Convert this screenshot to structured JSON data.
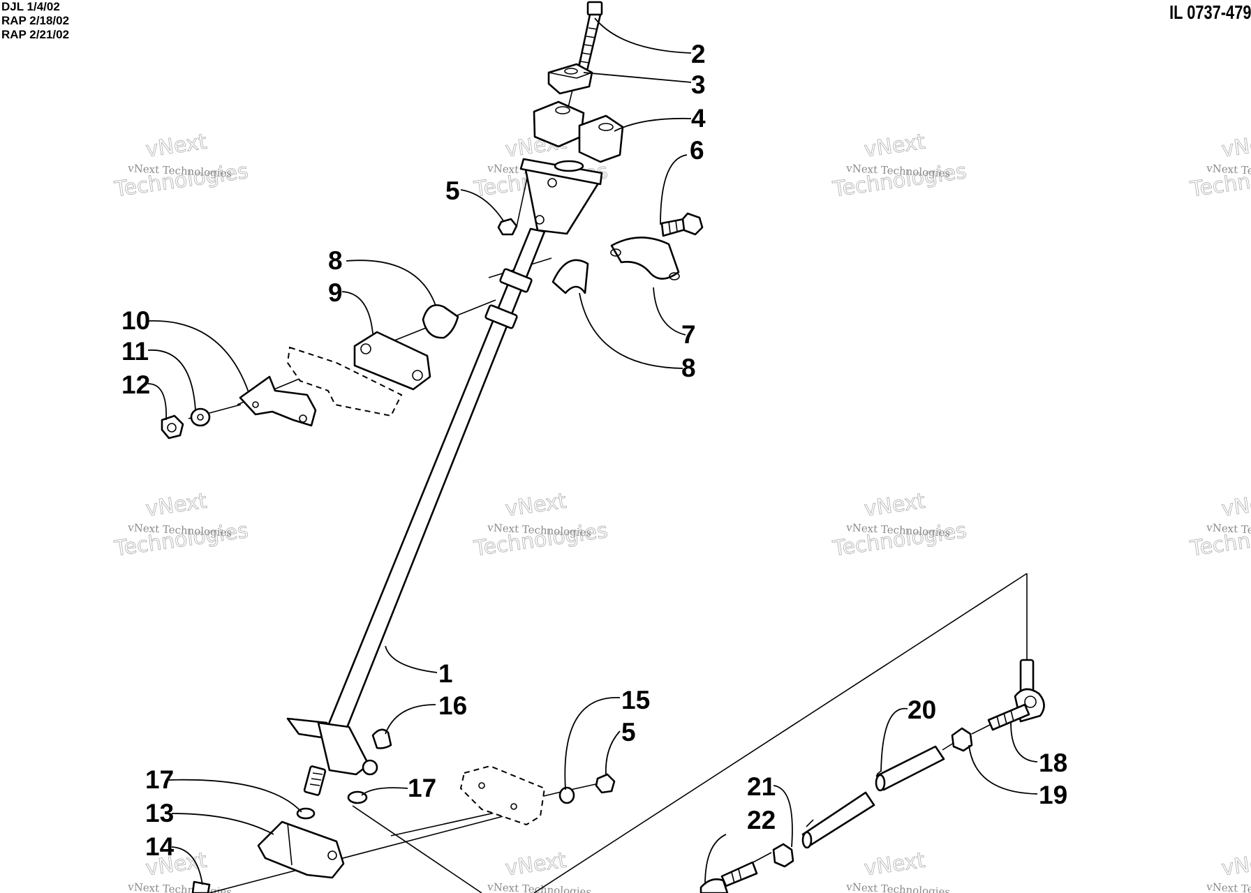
{
  "header": {
    "revisions": [
      "DJL 1/4/02",
      "RAP 2/18/02",
      "RAP 2/21/02"
    ],
    "illustration_id": "IL 0737-479"
  },
  "watermark": {
    "line_small": "vNext Technologies",
    "line_big_1": "vNext",
    "line_big_2": "Technologies"
  },
  "callouts": [
    {
      "id": "c2",
      "label": "2"
    },
    {
      "id": "c3",
      "label": "3"
    },
    {
      "id": "c4",
      "label": "4"
    },
    {
      "id": "c6",
      "label": "6"
    },
    {
      "id": "c5a",
      "label": "5"
    },
    {
      "id": "c8a",
      "label": "8"
    },
    {
      "id": "c9",
      "label": "9"
    },
    {
      "id": "c10",
      "label": "10"
    },
    {
      "id": "c11",
      "label": "11"
    },
    {
      "id": "c12",
      "label": "12"
    },
    {
      "id": "c7",
      "label": "7"
    },
    {
      "id": "c8b",
      "label": "8"
    },
    {
      "id": "c1",
      "label": "1"
    },
    {
      "id": "c16",
      "label": "16"
    },
    {
      "id": "c15",
      "label": "15"
    },
    {
      "id": "c5b",
      "label": "5"
    },
    {
      "id": "c20",
      "label": "20"
    },
    {
      "id": "c18",
      "label": "18"
    },
    {
      "id": "c19",
      "label": "19"
    },
    {
      "id": "c17a",
      "label": "17"
    },
    {
      "id": "c17b",
      "label": "17"
    },
    {
      "id": "c13",
      "label": "13"
    },
    {
      "id": "c14",
      "label": "14"
    },
    {
      "id": "c21",
      "label": "21"
    },
    {
      "id": "c22",
      "label": "22"
    }
  ]
}
